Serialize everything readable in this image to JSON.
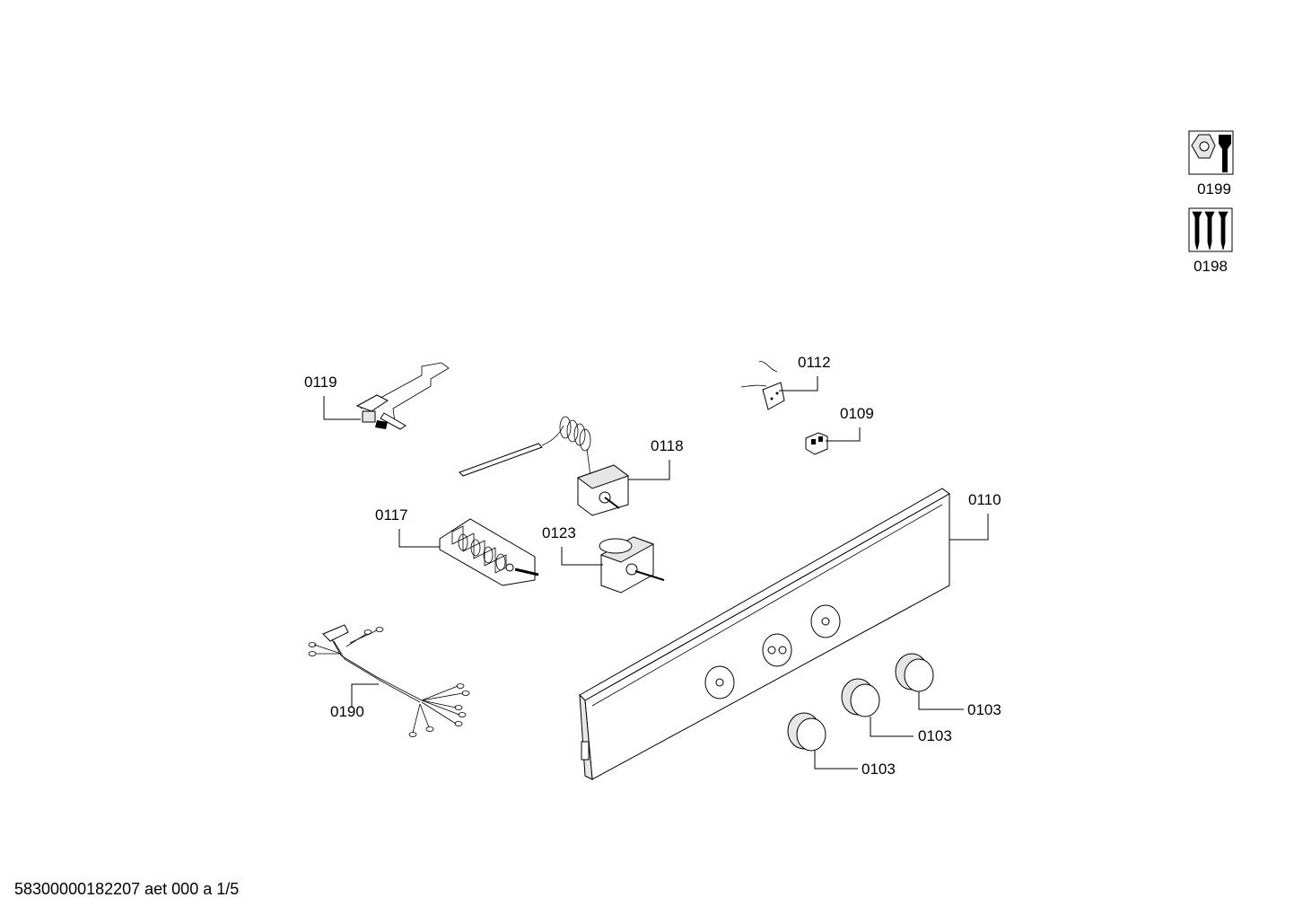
{
  "icons": [
    {
      "name": "tools-icon",
      "label": "0199"
    },
    {
      "name": "screws-icon",
      "label": "0198"
    }
  ],
  "parts": {
    "p0119": "0119",
    "p0112": "0112",
    "p0109": "0109",
    "p0118": "0118",
    "p0110": "0110",
    "p0117": "0117",
    "p0123": "0123",
    "p0190": "0190",
    "p0103a": "0103",
    "p0103b": "0103",
    "p0103c": "0103"
  },
  "footer": "58300000182207 aet 000 a 1/5"
}
